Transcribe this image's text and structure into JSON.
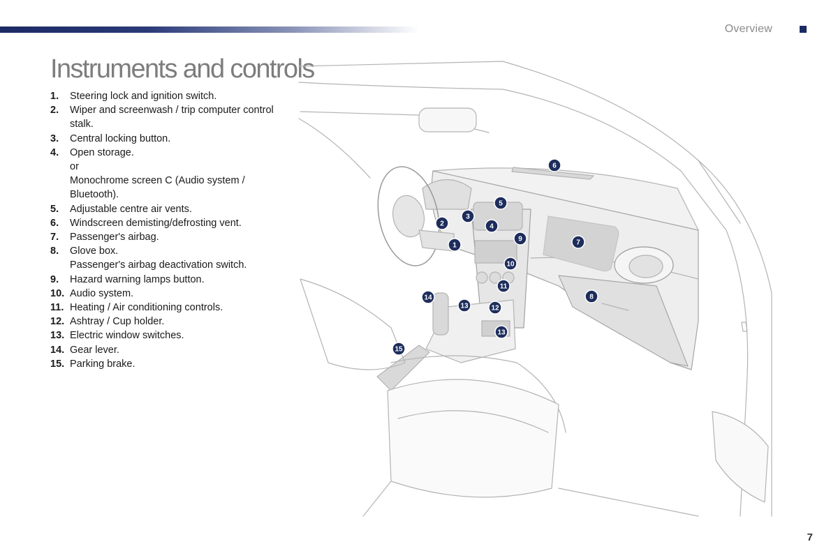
{
  "header": {
    "section": "Overview"
  },
  "page": {
    "title": "Instruments and controls",
    "number": "7"
  },
  "legend": [
    {
      "num": "1.",
      "lines": [
        "Steering lock and ignition switch."
      ]
    },
    {
      "num": "2.",
      "lines": [
        "Wiper and screenwash / trip computer control stalk."
      ]
    },
    {
      "num": "3.",
      "lines": [
        "Central locking button."
      ]
    },
    {
      "num": "4.",
      "lines": [
        "Open storage.",
        "or",
        "Monochrome screen C (Audio system / Bluetooth)."
      ]
    },
    {
      "num": "5.",
      "lines": [
        "Adjustable centre air vents."
      ]
    },
    {
      "num": "6.",
      "lines": [
        "Windscreen demisting/defrosting vent."
      ]
    },
    {
      "num": "7.",
      "lines": [
        "Passenger's airbag."
      ]
    },
    {
      "num": "8.",
      "lines": [
        "Glove box.",
        "Passenger's airbag deactivation switch."
      ]
    },
    {
      "num": "9.",
      "lines": [
        "Hazard warning lamps button."
      ]
    },
    {
      "num": "10.",
      "lines": [
        "Audio system."
      ]
    },
    {
      "num": "11.",
      "lines": [
        "Heating / Air conditioning controls."
      ]
    },
    {
      "num": "12.",
      "lines": [
        "Ashtray / Cup holder."
      ]
    },
    {
      "num": "13.",
      "lines": [
        "Electric window switches."
      ]
    },
    {
      "num": "14.",
      "lines": [
        "Gear lever."
      ]
    },
    {
      "num": "15.",
      "lines": [
        "Parking brake."
      ]
    }
  ],
  "callouts": [
    "1",
    "2",
    "3",
    "4",
    "5",
    "6",
    "7",
    "8",
    "9",
    "10",
    "11",
    "12",
    "13",
    "13",
    "14",
    "15"
  ],
  "colors": {
    "accent": "#1b2a63",
    "callout": "#1d2d5c"
  }
}
